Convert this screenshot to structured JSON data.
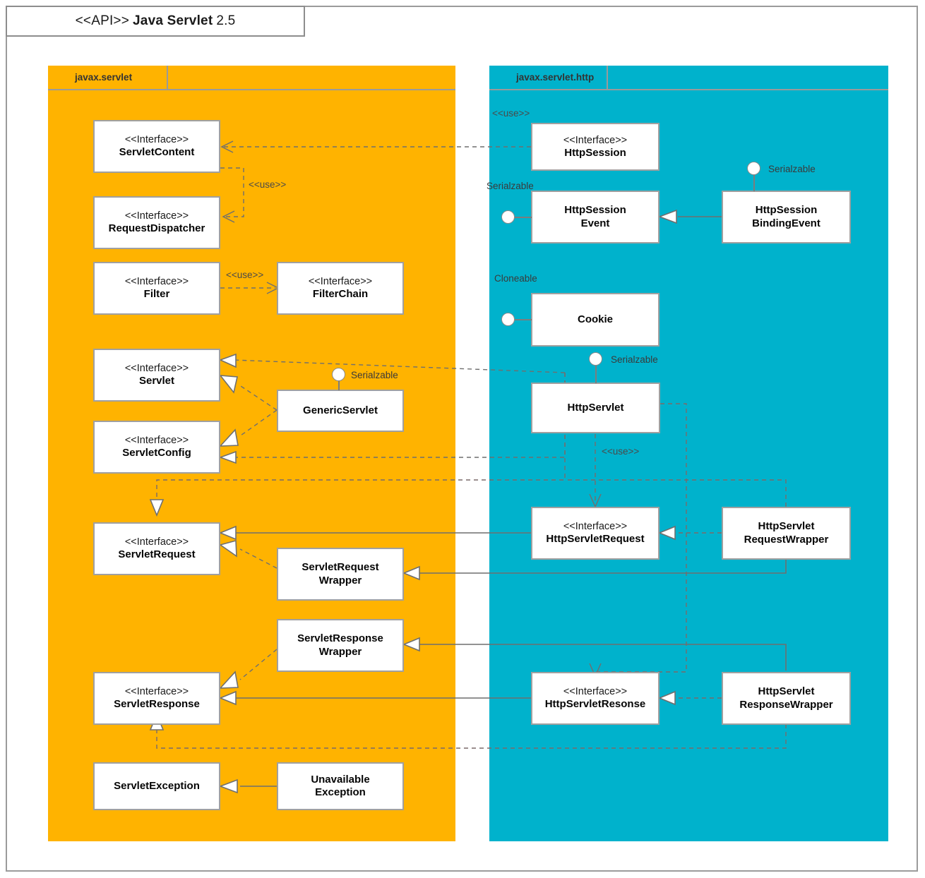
{
  "diagram": {
    "title": {
      "stereotype": "<<API>>",
      "name": "Java Servlet",
      "version": "2.5"
    },
    "colors": {
      "package_servlet": "#FFB300",
      "package_http": "#00B2CC",
      "box_fill": "#FFFFFF",
      "border": "#A0A0A0",
      "line": "#6F6F6F"
    }
  },
  "packages": [
    {
      "id": "javax.servlet",
      "label": "javax.servlet"
    },
    {
      "id": "javax.servlet.http",
      "label": "javax.servlet.http"
    }
  ],
  "classes": {
    "servlet_content": {
      "stereotype": "<<Interface>>",
      "name": "ServletContent"
    },
    "request_dispatcher": {
      "stereotype": "<<Interface>>",
      "name": "RequestDispatcher"
    },
    "filter": {
      "stereotype": "<<Interface>>",
      "name": "Filter"
    },
    "filter_chain": {
      "stereotype": "<<Interface>>",
      "name": "FilterChain"
    },
    "servlet": {
      "stereotype": "<<Interface>>",
      "name": "Servlet"
    },
    "servlet_config": {
      "stereotype": "<<Interface>>",
      "name": "ServletConfig"
    },
    "generic_servlet": {
      "stereotype": "",
      "name": "GenericServlet"
    },
    "servlet_request": {
      "stereotype": "<<Interface>>",
      "name": "ServletRequest"
    },
    "servlet_request_wrapper": {
      "stereotype": "",
      "name_l1": "ServletRequest",
      "name_l2": "Wrapper"
    },
    "servlet_response": {
      "stereotype": "<<Interface>>",
      "name": "ServletResponse"
    },
    "servlet_response_wrapper": {
      "stereotype": "",
      "name_l1": "ServletResponse",
      "name_l2": "Wrapper"
    },
    "servlet_exception": {
      "stereotype": "",
      "name": "ServletException"
    },
    "unavailable_exception": {
      "stereotype": "",
      "name_l1": "Unavailable",
      "name_l2": "Exception"
    },
    "http_session": {
      "stereotype": "<<Interface>>",
      "name": "HttpSession"
    },
    "http_session_event": {
      "stereotype": "",
      "name_l1": "HttpSession",
      "name_l2": "Event"
    },
    "http_session_binding_event": {
      "stereotype": "",
      "name_l1": "HttpSession",
      "name_l2": "BindingEvent"
    },
    "cookie": {
      "stereotype": "",
      "name": "Cookie"
    },
    "http_servlet": {
      "stereotype": "",
      "name": "HttpServlet"
    },
    "http_servlet_request": {
      "stereotype": "<<Interface>>",
      "name": "HttpServletRequest"
    },
    "http_servlet_request_wrapper": {
      "stereotype": "",
      "name_l1": "HttpServlet",
      "name_l2": "RequestWrapper"
    },
    "http_servlet_response": {
      "stereotype": "<<Interface>>",
      "name": "HttpServletResonse"
    },
    "http_servlet_response_wrapper": {
      "stereotype": "",
      "name_l1": "HttpServlet",
      "name_l2": "ResponseWrapper"
    }
  },
  "lollipops": {
    "generic_servlet": {
      "label": "Serialzable"
    },
    "http_session_binding_event": {
      "label": "Serialzable"
    },
    "http_session_event": {
      "label": "Serialzable"
    },
    "cookie": {
      "label": "Cloneable"
    },
    "http_servlet": {
      "label": "Serialzable"
    }
  },
  "edge_labels": {
    "use_context_dispatcher": "<<use>>",
    "use_filter_chain": "<<use>>",
    "use_http_session": "<<use>>",
    "use_http_servlet": "<<use>>"
  },
  "relationships": [
    {
      "from": "http_session",
      "to": "servlet_content",
      "type": "dependency",
      "label": "<<use>>"
    },
    {
      "from": "servlet_content",
      "to": "request_dispatcher",
      "type": "dependency",
      "label": "<<use>>"
    },
    {
      "from": "filter",
      "to": "filter_chain",
      "type": "dependency",
      "label": "<<use>>"
    },
    {
      "from": "generic_servlet",
      "to": "servlet",
      "type": "realization"
    },
    {
      "from": "generic_servlet",
      "to": "servlet_config",
      "type": "realization"
    },
    {
      "from": "http_servlet",
      "to": "servlet",
      "type": "realization"
    },
    {
      "from": "http_servlet",
      "to": "servlet_config",
      "type": "realization"
    },
    {
      "from": "http_servlet",
      "to": "generic_servlet",
      "type": "generalization"
    },
    {
      "from": "http_servlet",
      "to": "http_servlet_request",
      "type": "dependency",
      "label": "<<use>>"
    },
    {
      "from": "http_servlet",
      "to": "http_servlet_response",
      "type": "dependency"
    },
    {
      "from": "http_servlet_request",
      "to": "servlet_request",
      "type": "generalization"
    },
    {
      "from": "http_servlet_response",
      "to": "servlet_response",
      "type": "generalization"
    },
    {
      "from": "servlet_request_wrapper",
      "to": "servlet_request",
      "type": "realization"
    },
    {
      "from": "servlet_response_wrapper",
      "to": "servlet_response",
      "type": "realization"
    },
    {
      "from": "http_servlet_request_wrapper",
      "to": "http_servlet_request",
      "type": "realization"
    },
    {
      "from": "http_servlet_request_wrapper",
      "to": "servlet_request_wrapper",
      "type": "generalization"
    },
    {
      "from": "http_servlet_response_wrapper",
      "to": "http_servlet_response",
      "type": "realization"
    },
    {
      "from": "http_servlet_response_wrapper",
      "to": "servlet_response_wrapper",
      "type": "generalization"
    },
    {
      "from": "http_session_binding_event",
      "to": "http_session_event",
      "type": "generalization"
    },
    {
      "from": "unavailable_exception",
      "to": "servlet_exception",
      "type": "generalization"
    },
    {
      "from": "servlet_exception",
      "to": "servlet_response",
      "type": "dependency"
    }
  ]
}
